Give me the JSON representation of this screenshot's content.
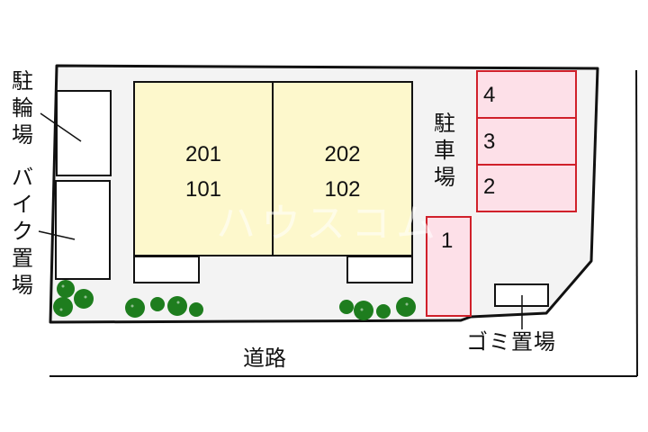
{
  "site_plan": {
    "labels": {
      "bicycle_parking": "駐輪場",
      "bike_parking": "バイク置場",
      "car_parking": "駐車場",
      "garbage_area": "ゴミ置場",
      "road": "道路"
    },
    "buildings": [
      {
        "upper_unit": "201",
        "lower_unit": "101"
      },
      {
        "upper_unit": "202",
        "lower_unit": "102"
      }
    ],
    "parking_spaces": [
      {
        "number": "4"
      },
      {
        "number": "3"
      },
      {
        "number": "2"
      },
      {
        "number": "1"
      }
    ],
    "watermark": "ハウスコム",
    "colors": {
      "lot_fill": "#f3f3f3",
      "building_fill": "#fdf8cc",
      "parking_fill": "#fde0e8",
      "parking_border": "#d0202a",
      "tree_fill": "#1e7d1e",
      "outline": "#111111"
    }
  }
}
